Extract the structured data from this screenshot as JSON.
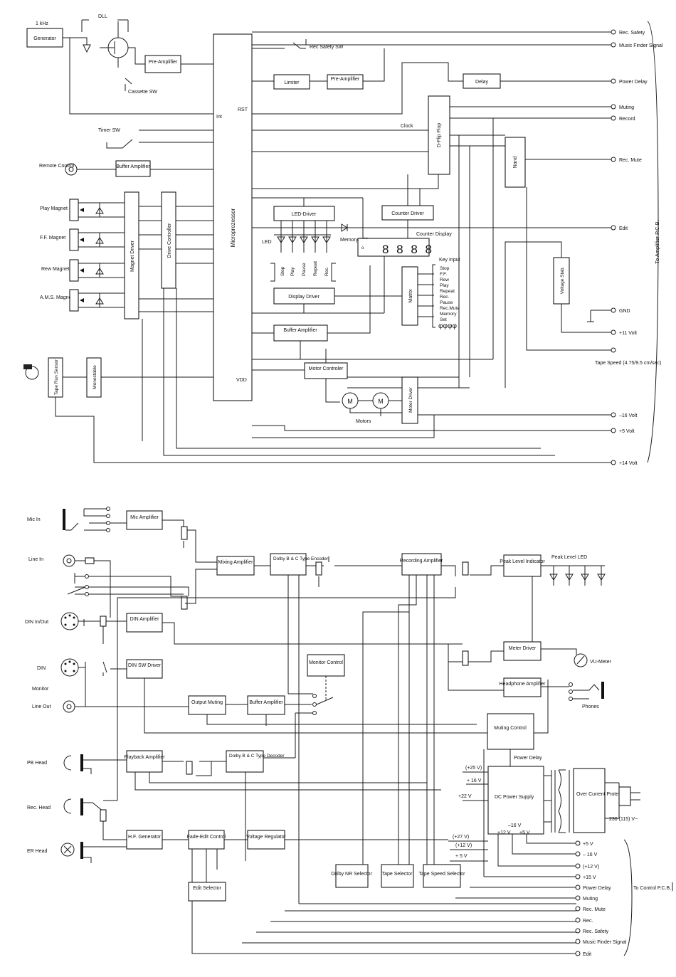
{
  "top": {
    "blocks": {
      "generator": "Generator",
      "dll": "DLL",
      "khz": "1 kHz",
      "preamp1": "Pre-Amplifier",
      "cassette_sw": "Cassette SW",
      "timer_sw": "Timer SW",
      "remote": "Remote Control",
      "buffer_amp1": "Buffer Amplifier",
      "play_mag": "Play Magnet",
      "ff_mag": "F.F. Magnet",
      "rew_mag": "Rew Magnet",
      "ams_mag": "A.M.S. Magnet",
      "magnet_driver": "Magnet Driver",
      "drive_controller": "Drive Controller",
      "microprocessor": "Microprozessor",
      "int": "Int",
      "rst": "RST",
      "vdd": "VDD",
      "rec_safety_sw": "Rec Safety SW",
      "limiter": "Limiter",
      "preamp2": "Pre-Amplifier",
      "delay": "Delay",
      "clock": "Clock",
      "dflip": "D-Flip Flop",
      "nand": "Nand",
      "led_driver": "LED-Driver",
      "led": "LED",
      "memory_led": "Memory LED",
      "counter_driver": "Counter Driver",
      "counter_display": "Counter Display",
      "display_driver": "Display Driver",
      "matrix": "Matrix",
      "buffer_amp2": "Buffer Amplifier",
      "motor_ctrl": "Motor Controler",
      "motor_driver": "Motor Driver",
      "motors": "Motors",
      "m": "M",
      "voltage_stab": "Voltage Stab.",
      "tape_run": "Tape Run Sensor",
      "monostable": "Monostable",
      "key_input": "Key Input",
      "digits": "8 8 8 8",
      "keysyms": "φφφφ"
    },
    "led_labels": [
      "Stop",
      "Play",
      "Pause",
      "Repeat",
      "Rec."
    ],
    "keys": [
      "Stop",
      "F.F.",
      "Rew",
      "Play",
      "Repeat",
      "Rec.",
      "Pause",
      "Rec.Mute",
      "Memory",
      "Set"
    ],
    "outputs": [
      "Rec. Safety",
      "Music Finder Signal",
      "Power Delay",
      "Muting",
      "Record",
      "Rec. Mute",
      "Edit",
      "GND",
      "+11 Volt",
      "Tape Speed (4.75/9.5 cm/sec)",
      "–16 Volt",
      "+5 Volt",
      "+14 Volt"
    ],
    "side_label": "To Amplifier P.C.B."
  },
  "bottom": {
    "blocks": {
      "mic_in": "Mic In",
      "mic_amp": "Mic Amplifier",
      "line_in": "Line In",
      "mixing": "Mixing Amplifier",
      "dolby_enc": "Dolby B & C Type Encoder",
      "rec_amp": "Recording Amplifier",
      "peak": "Peak Level Indicator",
      "peak_led": "Peak Level LED",
      "din_inout": "DIN In/Out",
      "din_amp": "DIN Amplifier",
      "din": "DIN",
      "monitor": "Monitor",
      "line_out": "Line Out",
      "din_sw": "DIN SW Driver",
      "monitor_ctrl": "Monitor Control",
      "output_muting": "Output Muting",
      "buffer_amp": "Buffer Amplifier",
      "meter_driver": "Meter Driver",
      "vu": "VU-Meter",
      "hp_amp": "Headphone Amplifier",
      "phones": "Phones",
      "muting_ctrl": "Muting Control",
      "pb_head": "PB Head",
      "pb_amp": "Playback Amplifier",
      "dolby_dec": "Dolby B & C Type Decoder",
      "power_delay": "Power Delay",
      "dc_ps": "DC Power Supply",
      "overcurrent": "Over Current Protector",
      "mains": "230 (115) V~",
      "rec_head": "Rec. Head",
      "er_head": "ER Head",
      "hf_gen": "H.F. Generator",
      "fade_edit": "Fade-Edit Control",
      "volt_reg": "Voltage Regulator",
      "dolby_nr": "Dolby NR Selector",
      "tape_sel": "Tape Selector",
      "tape_speed": "Tape Speed Selector",
      "edit_sel": "Edit Selector",
      "v25": "(+25 V)",
      "v16": "+ 16 V",
      "v22": "+22 V",
      "v27": "(+27 V)",
      "v12": "(+12 V)",
      "v5": "+ 5 V",
      "vm16": "–16 V",
      "vp12": "+12 V",
      "vp5": "+5 V"
    },
    "outputs": [
      "+5 V",
      "– 16 V",
      "(+12 V)",
      "+15 V",
      "Power Delay",
      "Muting",
      "Rec. Mute",
      "Rec.",
      "Rec. Safety",
      "Music Finder Signal",
      "Edit"
    ],
    "side_label": "To Control P.C.B."
  }
}
